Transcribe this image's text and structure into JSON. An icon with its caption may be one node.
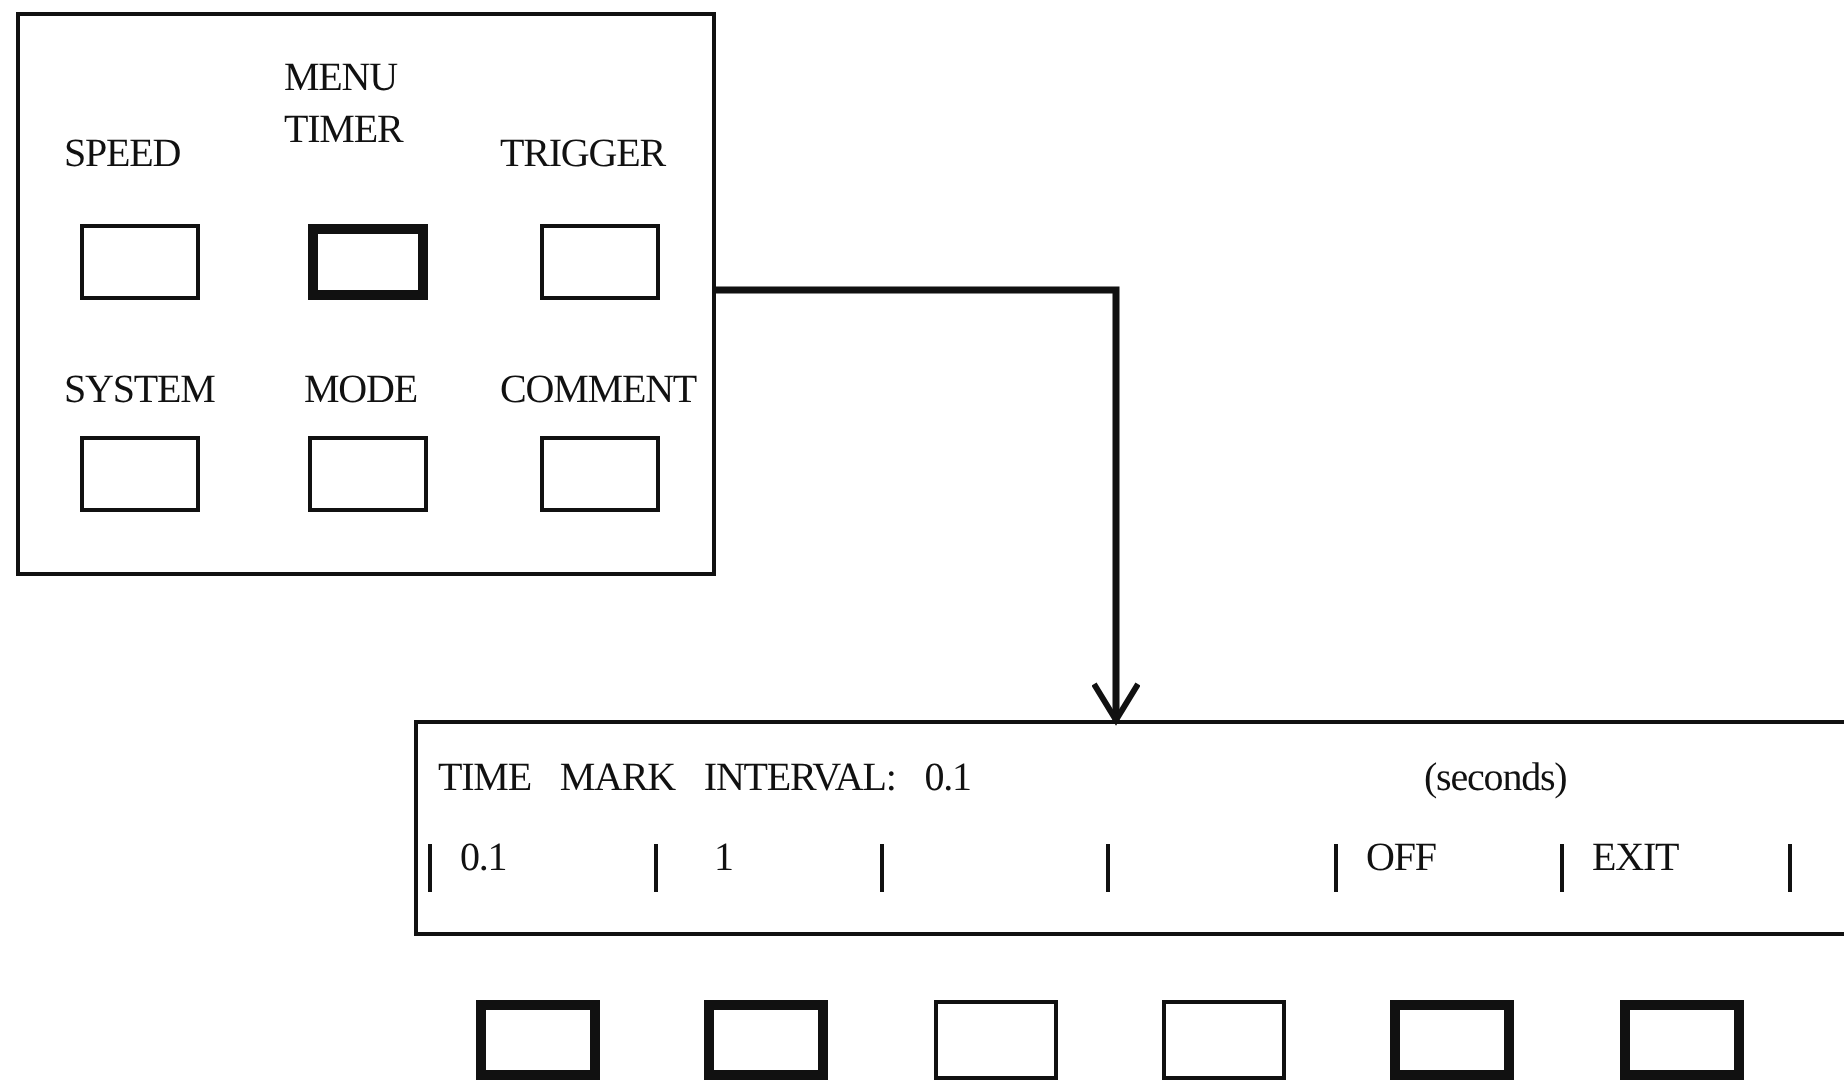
{
  "diagram": {
    "nodes": [
      {
        "text": [],
        "shape": "box"
      },
      {
        "text": [
          "SPEED"
        ],
        "in": 0
      },
      {
        "text": [
          "MENU TIMER"
        ],
        "in": 0
      },
      {
        "text": [
          "TRIGGER"
        ],
        "in": 0
      },
      {
        "text": [
          "SYSTEM"
        ],
        "in": 0
      },
      {
        "text": [
          "MODE"
        ],
        "in": 0
      },
      {
        "text": [
          "COMMENT"
        ],
        "in": 0
      },
      {
        "text": [
          "TIME MARK INTERVAL: 0.1",
          "(seconds)"
        ]
      },
      {
        "text": [],
        "shape": "box"
      },
      {
        "text": [],
        "shape": "box"
      },
      {
        "text": [],
        "shape": "box"
      },
      {
        "text": [],
        "shape": "box"
      },
      {
        "text": [],
        "shape": "box"
      },
      {
        "text": [],
        "shape": "box"
      }
    ],
    "edges": [
      {
        "from": 0,
        "to": 7,
        "arrow": "to"
      }
    ],
    "labels": [
      "0.1",
      "1",
      "OFF",
      "EXIT"
    ]
  }
}
